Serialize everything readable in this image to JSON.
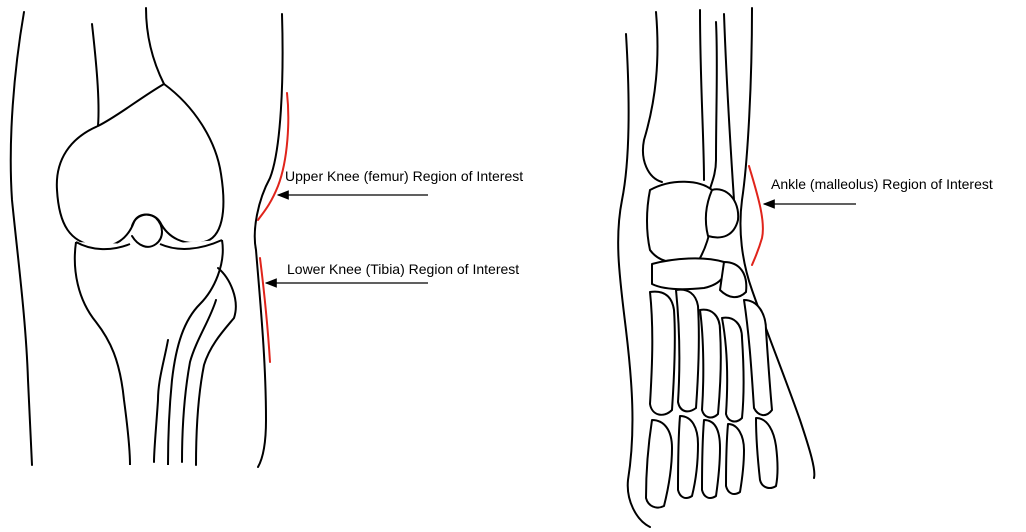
{
  "annotations": {
    "upper_knee": "Upper Knee (femur) Region of Interest",
    "lower_knee": "Lower Knee (Tibia) Region of Interest",
    "ankle": "Ankle (malleolus) Region of Interest"
  },
  "colors": {
    "roi": "#e0241b",
    "outline": "#000000",
    "background": "#ffffff"
  }
}
